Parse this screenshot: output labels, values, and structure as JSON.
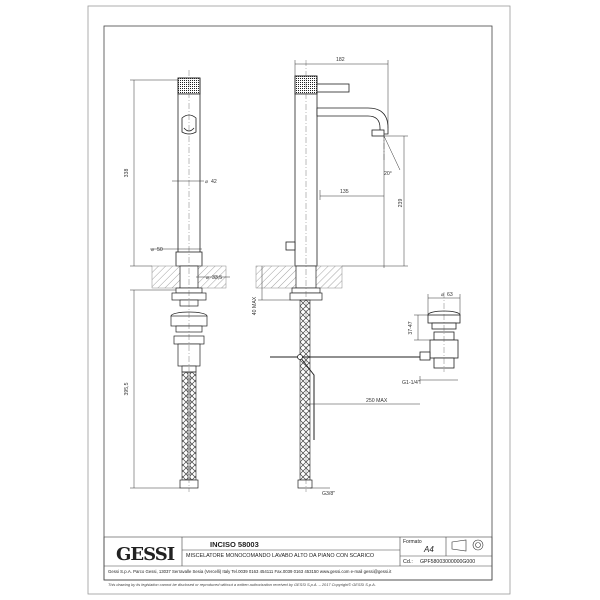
{
  "dimensions": {
    "height_total": "338",
    "spout_diameter": "42",
    "base_diameter": "50",
    "max_thickness": "33,5",
    "drain_length": "395,5",
    "reach": "182",
    "lever_offset": "135",
    "spout_height": "239",
    "spout_angle": "20°",
    "deck_max": "40 MAX",
    "drain_cap": "63",
    "drain_range": "37-47",
    "drain_thread": "G1-1/4\"",
    "rod_max": "250 MAX",
    "hose_thread": "G3/8\""
  },
  "title_block": {
    "brand": "GESSI",
    "product": "INCISO 58003",
    "description": "MISCELATORE MONOCOMANDO LAVABO ALTO DA PIANO CON SCARICO",
    "format_label": "Formato",
    "format_value": "A4",
    "code_label": "Cd.:",
    "code_value": "GPF58003000000G000",
    "company_line": "Gessi S.p.A. Parco Gessi, 13037 Serravalle Sesia (Vercelli) Italy Tel.0039 0163 454111 Fax.0039 0163 453150 www.gessi.com e-mail gessi@gessi.it",
    "legal_line": "This drawing by its legislation cannot be disclosed or reproduced without a written authorization received by GESSI S.p.A. – 2017 Copyright© GESSI S.p.A."
  }
}
